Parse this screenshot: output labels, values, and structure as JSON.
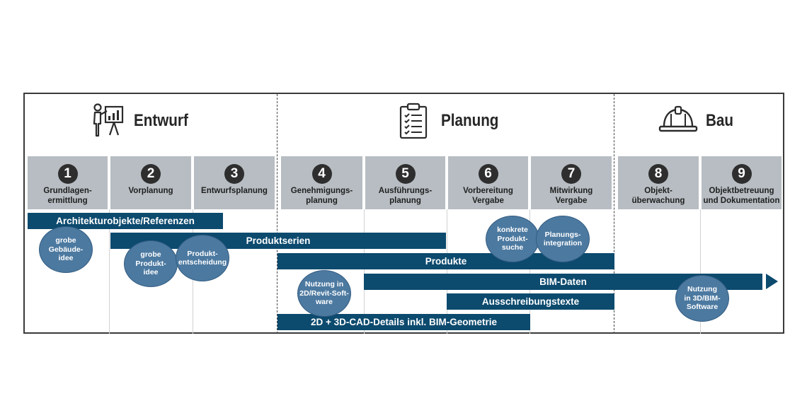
{
  "phases": [
    {
      "title": "Entwurf",
      "icon": "presentation-icon"
    },
    {
      "title": "Planung",
      "icon": "clipboard-checklist-icon"
    },
    {
      "title": "Bau",
      "icon": "hard-hat-icon"
    }
  ],
  "stages": [
    {
      "number": "1",
      "label": "Grundlagen-\nermittlung"
    },
    {
      "number": "2",
      "label": "Vorplanung"
    },
    {
      "number": "3",
      "label": "Entwurfsplanung"
    },
    {
      "number": "4",
      "label": "Genehmigungs-\nplanung"
    },
    {
      "number": "5",
      "label": "Ausführungs-\nplanung"
    },
    {
      "number": "6",
      "label": "Vorbereitung\nVergabe"
    },
    {
      "number": "7",
      "label": "Mitwirkung\nVergabe"
    },
    {
      "number": "8",
      "label": "Objekt-\nüberwachung"
    },
    {
      "number": "9",
      "label": "Objektbetreuung\nund Dokumentation"
    }
  ],
  "bars": [
    {
      "label": "Architekturobjekte/Referenzen"
    },
    {
      "label": "Produktserien"
    },
    {
      "label": "Produkte"
    },
    {
      "label": "BIM-Daten"
    },
    {
      "label": "Ausschreibungstexte"
    },
    {
      "label": "2D + 3D-CAD-Details inkl. BIM-Geometrie"
    }
  ],
  "notes": [
    {
      "label": "grobe\nGebäude-\nidee"
    },
    {
      "label": "grobe\nProdukt-\nidee"
    },
    {
      "label": "Produkt-\nentscheidung"
    },
    {
      "label": "Nutzung in\n2D/Revit-Soft-\nware"
    },
    {
      "label": "konkrete\nProdukt-\nsuche"
    },
    {
      "label": "Planungs-\nintegration"
    },
    {
      "label": "Nutzung\nin 3D/BIM-\nSoftware"
    }
  ],
  "colors": {
    "bar": "#0c4a6e",
    "ellipse": "#4c79a0",
    "stage": "#b7bdc2",
    "number_circle": "#2e2e2e"
  }
}
